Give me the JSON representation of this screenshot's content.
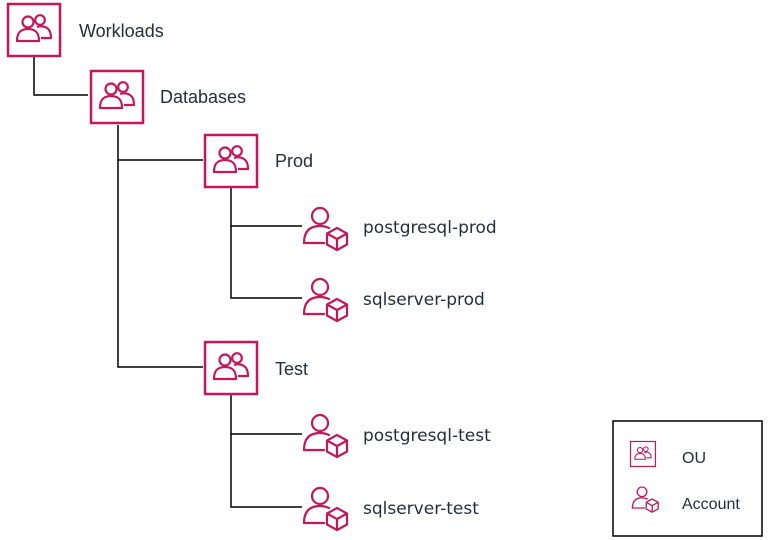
{
  "colors": {
    "accent": "#c7175b",
    "line": "#000000",
    "text": "#232f3e"
  },
  "tree": {
    "root": {
      "label": "Workloads",
      "icon": "ou-icon"
    },
    "databases": {
      "label": "Databases",
      "icon": "ou-icon"
    },
    "prod": {
      "label": "Prod",
      "icon": "ou-icon"
    },
    "prod_accounts": [
      {
        "label": "postgresql-prod",
        "icon": "account-icon"
      },
      {
        "label": "sqlserver-prod",
        "icon": "account-icon"
      }
    ],
    "test": {
      "label": "Test",
      "icon": "ou-icon"
    },
    "test_accounts": [
      {
        "label": "postgresql-test",
        "icon": "account-icon"
      },
      {
        "label": "sqlserver-test",
        "icon": "account-icon"
      }
    ]
  },
  "legend": {
    "items": [
      {
        "label": "OU",
        "icon": "ou-icon"
      },
      {
        "label": "Account",
        "icon": "account-icon"
      }
    ]
  }
}
